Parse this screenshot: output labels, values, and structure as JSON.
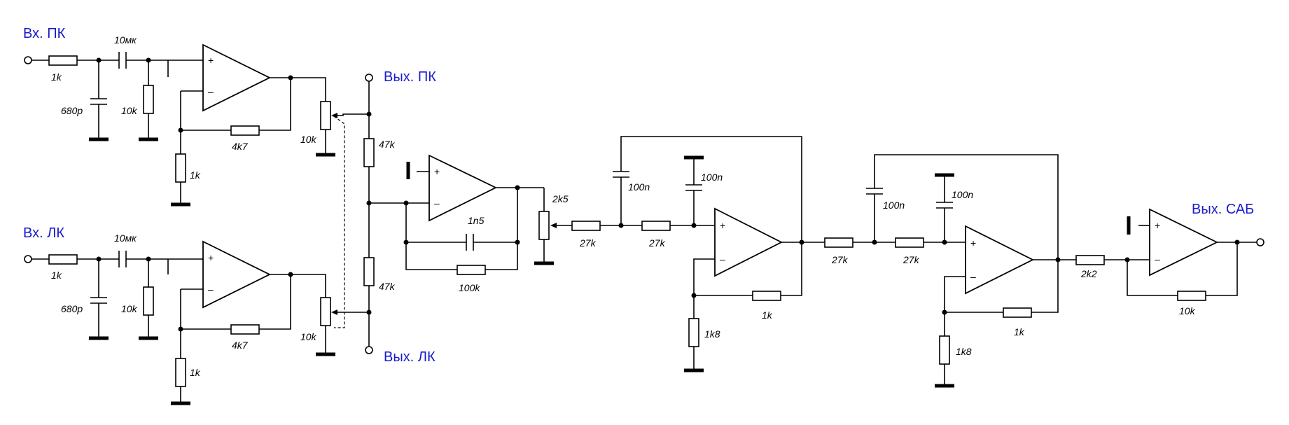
{
  "signals": {
    "in_right": "Вх. ПК",
    "in_left": "Вх. ЛК",
    "out_right": "Вых. ПК",
    "out_left": "Вых. ЛК",
    "out_sub": "Вых. САБ"
  },
  "opamp": {
    "plus": "+",
    "minus": "–"
  },
  "components": {
    "r_in_r": "1k",
    "c_in_r": "10мк",
    "c_shunt_r": "680p",
    "r_bias_r": "10k",
    "r_fb_r": "4k7",
    "r_gnd_r": "1k",
    "pot_r": "10k",
    "r_in_l": "1k",
    "c_in_l": "10мк",
    "c_shunt_l": "680p",
    "r_bias_l": "10k",
    "r_fb_l": "4k7",
    "r_gnd_l": "1k",
    "pot_l": "10k",
    "r_sum_top": "47k",
    "r_sum_bot": "47k",
    "c_mix_fb": "1n5",
    "r_mix_fb": "100k",
    "pot_level": "2k5",
    "f1_r1": "27k",
    "f1_r2": "27k",
    "f1_c_top": "100n",
    "f1_c_gnd": "100n",
    "f1_r_fb": "1k",
    "f1_r_gnd": "1k8",
    "f2_r1": "27k",
    "f2_r2": "27k",
    "f2_c_top": "100n",
    "f2_c_gnd": "100n",
    "f2_r_fb": "1k",
    "f2_r_gnd": "1k8",
    "r_out_in": "2k2",
    "r_out_fb": "10k"
  }
}
